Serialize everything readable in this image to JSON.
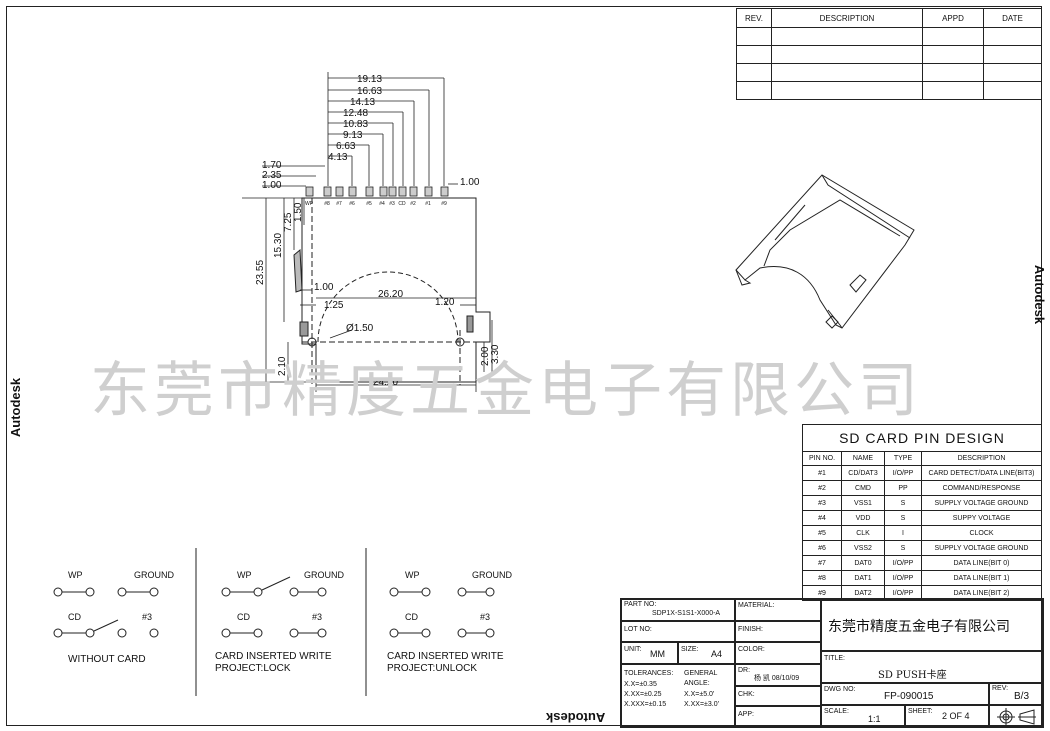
{
  "revision_table": {
    "headers": [
      "REV.",
      "DESCRIPTION",
      "APPD",
      "DATE"
    ],
    "rows": 4
  },
  "watermark": "东莞市精度五金电子有限公司",
  "autodesk_label": "Autodesk",
  "dimensions": {
    "top_stack": [
      "19.13",
      "16.63",
      "14.13",
      "12.48",
      "10.83",
      "9.13",
      "6.63",
      "4.13"
    ],
    "left_stack": [
      "1.70",
      "2.35",
      "1.00"
    ],
    "right_top": "1.00",
    "vert_23_55": "23.55",
    "vert_15_30": "15.30",
    "vert_7_25": "7.25",
    "vert_1_50": "1.50",
    "small_1_00": "1.00",
    "small_1_25": "1.25",
    "width_26_20": "26.20",
    "right_1_20": "1.20",
    "dia_1_50": "Ø1.50",
    "vert_2_10": "2.10",
    "vert_2_00": "2.00",
    "vert_3_30": "3.30",
    "width_24_20": "24.20"
  },
  "pin_labels": [
    "WP",
    "#8",
    "#7",
    "#6",
    "#5",
    "#4",
    "#3",
    "CD",
    "#2",
    "#1",
    "#9"
  ],
  "switches": [
    {
      "wp": "WP",
      "ground": "GROUND",
      "cd": "CD",
      "p3": "#3",
      "caption1": "WITHOUT CARD",
      "caption2": ""
    },
    {
      "wp": "WP",
      "ground": "GROUND",
      "cd": "CD",
      "p3": "#3",
      "caption1": "CARD INSERTED WRITE",
      "caption2": "PROJECT:LOCK"
    },
    {
      "wp": "WP",
      "ground": "GROUND",
      "cd": "CD",
      "p3": "#3",
      "caption1": "CARD INSERTED WRITE",
      "caption2": "PROJECT:UNLOCK"
    }
  ],
  "pin_table": {
    "caption": "SD CARD PIN DESIGN",
    "headers": [
      "PIN NO.",
      "NAME",
      "TYPE",
      "DESCRIPTION"
    ],
    "rows": [
      [
        "#1",
        "CD/DAT3",
        "I/O/PP",
        "CARD DETECT/DATA LINE(BIT3)"
      ],
      [
        "#2",
        "CMD",
        "PP",
        "COMMAND/RESPONSE"
      ],
      [
        "#3",
        "VSS1",
        "S",
        "SUPPLY VOLTAGE GROUND"
      ],
      [
        "#4",
        "VDD",
        "S",
        "SUPPY VOLTAGE"
      ],
      [
        "#5",
        "CLK",
        "I",
        "CLOCK"
      ],
      [
        "#6",
        "VSS2",
        "S",
        "SUPPLY VOLTAGE GROUND"
      ],
      [
        "#7",
        "DAT0",
        "I/O/PP",
        "DATA LINE(BIT 0)"
      ],
      [
        "#8",
        "DAT1",
        "I/O/PP",
        "DATA LINE(BIT 1)"
      ],
      [
        "#9",
        "DAT2",
        "I/O/PP",
        "DATA LINE(BIT 2)"
      ]
    ]
  },
  "title_block": {
    "part_no_label": "PART NO:",
    "part_no": "SDP1X-S1S1-X000-A",
    "material_label": "MATERIAL:",
    "lot_no_label": "LOT NO:",
    "finish_label": "FINISH:",
    "unit_label": "UNIT:",
    "unit": "MM",
    "size_label": "SIZE:",
    "size": "A4",
    "color_label": "COLOR:",
    "tolerances_label": "TOLERANCES:",
    "tol1": "X.X=±0.35",
    "tol2": "X.XX=±0.25",
    "tol3": "X.XXX=±0.15",
    "general_label": "GENERAL",
    "angle_label": "ANGLE:",
    "ang1": "X.X=±5.0'",
    "ang2": "X.XX=±3.0'",
    "dr_label": "DR:",
    "dr": "杨 凯 08/10/09",
    "chk_label": "CHK:",
    "app_label": "APP:",
    "company": "东莞市精度五金电子有限公司",
    "title_label": "TITLE:",
    "title": "SD PUSH卡座",
    "dwg_no_label": "DWG NO:",
    "dwg_no": "FP-090015",
    "rev_label": "REV:",
    "rev": "B/3",
    "scale_label": "SCALE:",
    "scale": "1:1",
    "sheet_label": "SHEET:",
    "sheet": "2 OF 4"
  }
}
